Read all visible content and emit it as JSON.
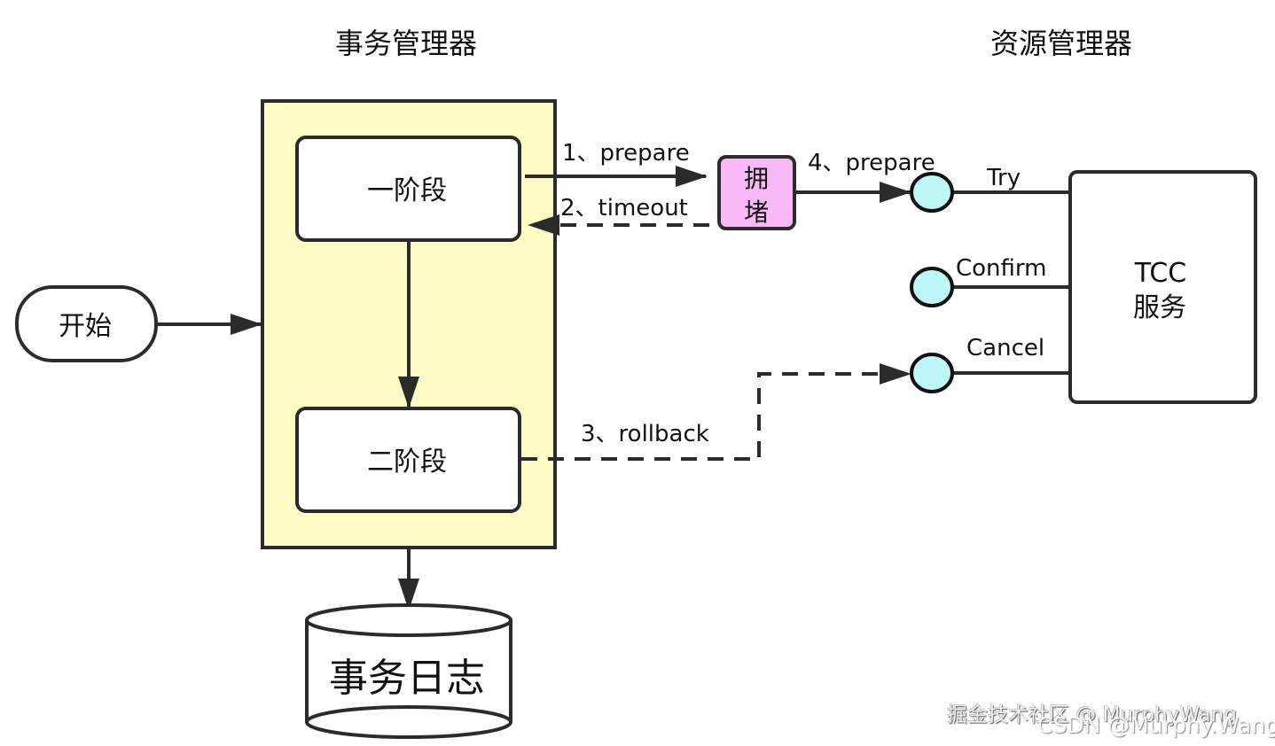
{
  "headers": {
    "transaction_manager": "事务管理器",
    "resource_manager": "资源管理器"
  },
  "nodes": {
    "start": "开始",
    "phase_one": "一阶段",
    "phase_two": "二阶段",
    "transaction_log": "事务日志",
    "blocked_line1": "拥",
    "blocked_line2": "堵",
    "tcc_line1": "TCC",
    "tcc_line2": "服务"
  },
  "edges": {
    "prepare1": "1、prepare",
    "timeout": "2、timeout",
    "rollback": "3、rollback",
    "prepare4": "4、prepare"
  },
  "ports": {
    "try": "Try",
    "confirm": "Confirm",
    "cancel": "Cancel"
  },
  "colors": {
    "manager_fill": "#fdfcc4",
    "blocked_fill": "#f9b8f7",
    "port_fill": "#bff8f8",
    "stroke": "#2b2b2b"
  },
  "watermarks": {
    "juejin": "掘金技术社区 @ MurphyWang",
    "csdn": "CSDN @Murphy.Wang"
  }
}
